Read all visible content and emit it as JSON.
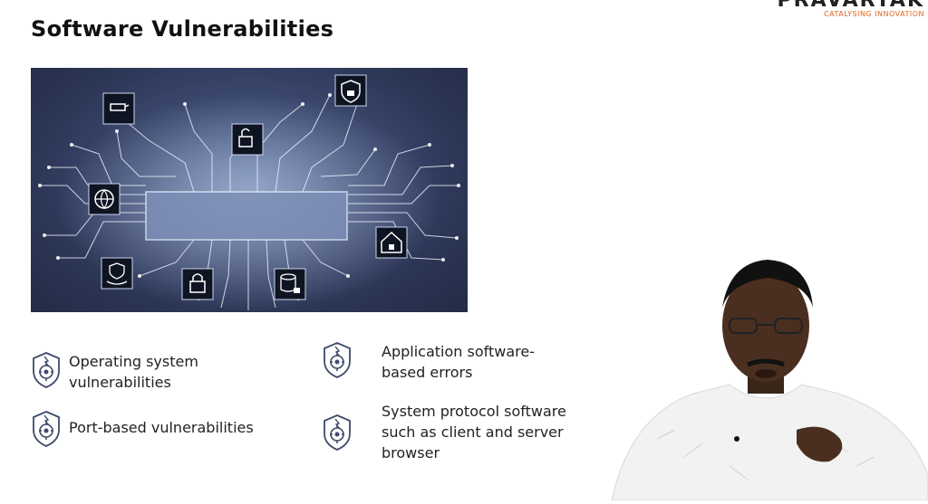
{
  "slide": {
    "title": "Software Vulnerabilities"
  },
  "logo": {
    "word": "PRAVARTAK",
    "tagline": "CATALYSING INNOVATION"
  },
  "bullets": [
    {
      "icon": "gear-shield-icon",
      "text": "Operating system\nvulnerabilities"
    },
    {
      "icon": "gear-shield-icon",
      "text": "Port-based vulnerabilities"
    },
    {
      "icon": "gear-shield-icon",
      "text": "Application software-\nbased errors"
    },
    {
      "icon": "gear-shield-icon",
      "text": "System protocol software\nsuch as client and server\nbrowser"
    }
  ],
  "colors": {
    "accent": "#e2631f",
    "icon_stroke": "#3d4a6b",
    "hero_dark": "#2c3656",
    "circuit": "#e8eef8"
  }
}
